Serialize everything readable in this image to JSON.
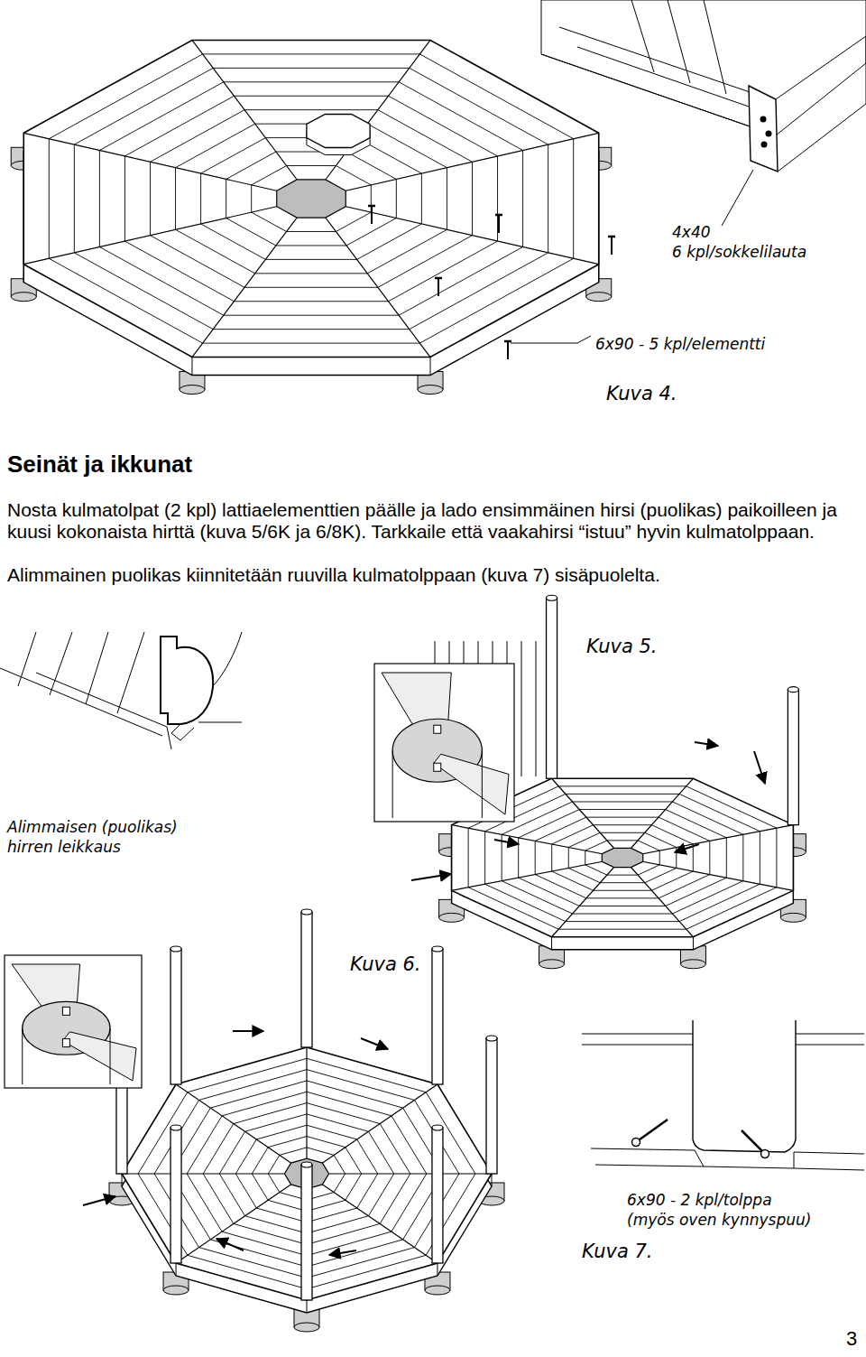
{
  "diagram": {
    "title": "Seinät ja ikkunat",
    "labels": [
      "4x40",
      "6 kpl/sokkelilauta",
      "6x90 - 5 kpl/elementti",
      "Kuva 4.",
      "Nosta kulmatolpat (2 kpl) lattiaelementtien päälle ja lado ensimmäinen hirsi (puolikas) paikoilleen ja kuusi kokonaista hirttä (kuva 5/6K ja 6/8K). Tarkkaile että vaakahirsi “istuu” hyvin kulmatolppaan.",
      "Alimmainen puolikas kiinnitetään ruuvilla kulmatolppaan (kuva 7) sisäpuolelta.",
      "Kuva 5.",
      "Alimmaisen (puolikas) hirren leikkaus",
      "Kuva 6.",
      "6x90 - 2 kpl/tolppa",
      "(myös oven kynnyspuu)",
      "Kuva 7.",
      "3"
    ]
  }
}
